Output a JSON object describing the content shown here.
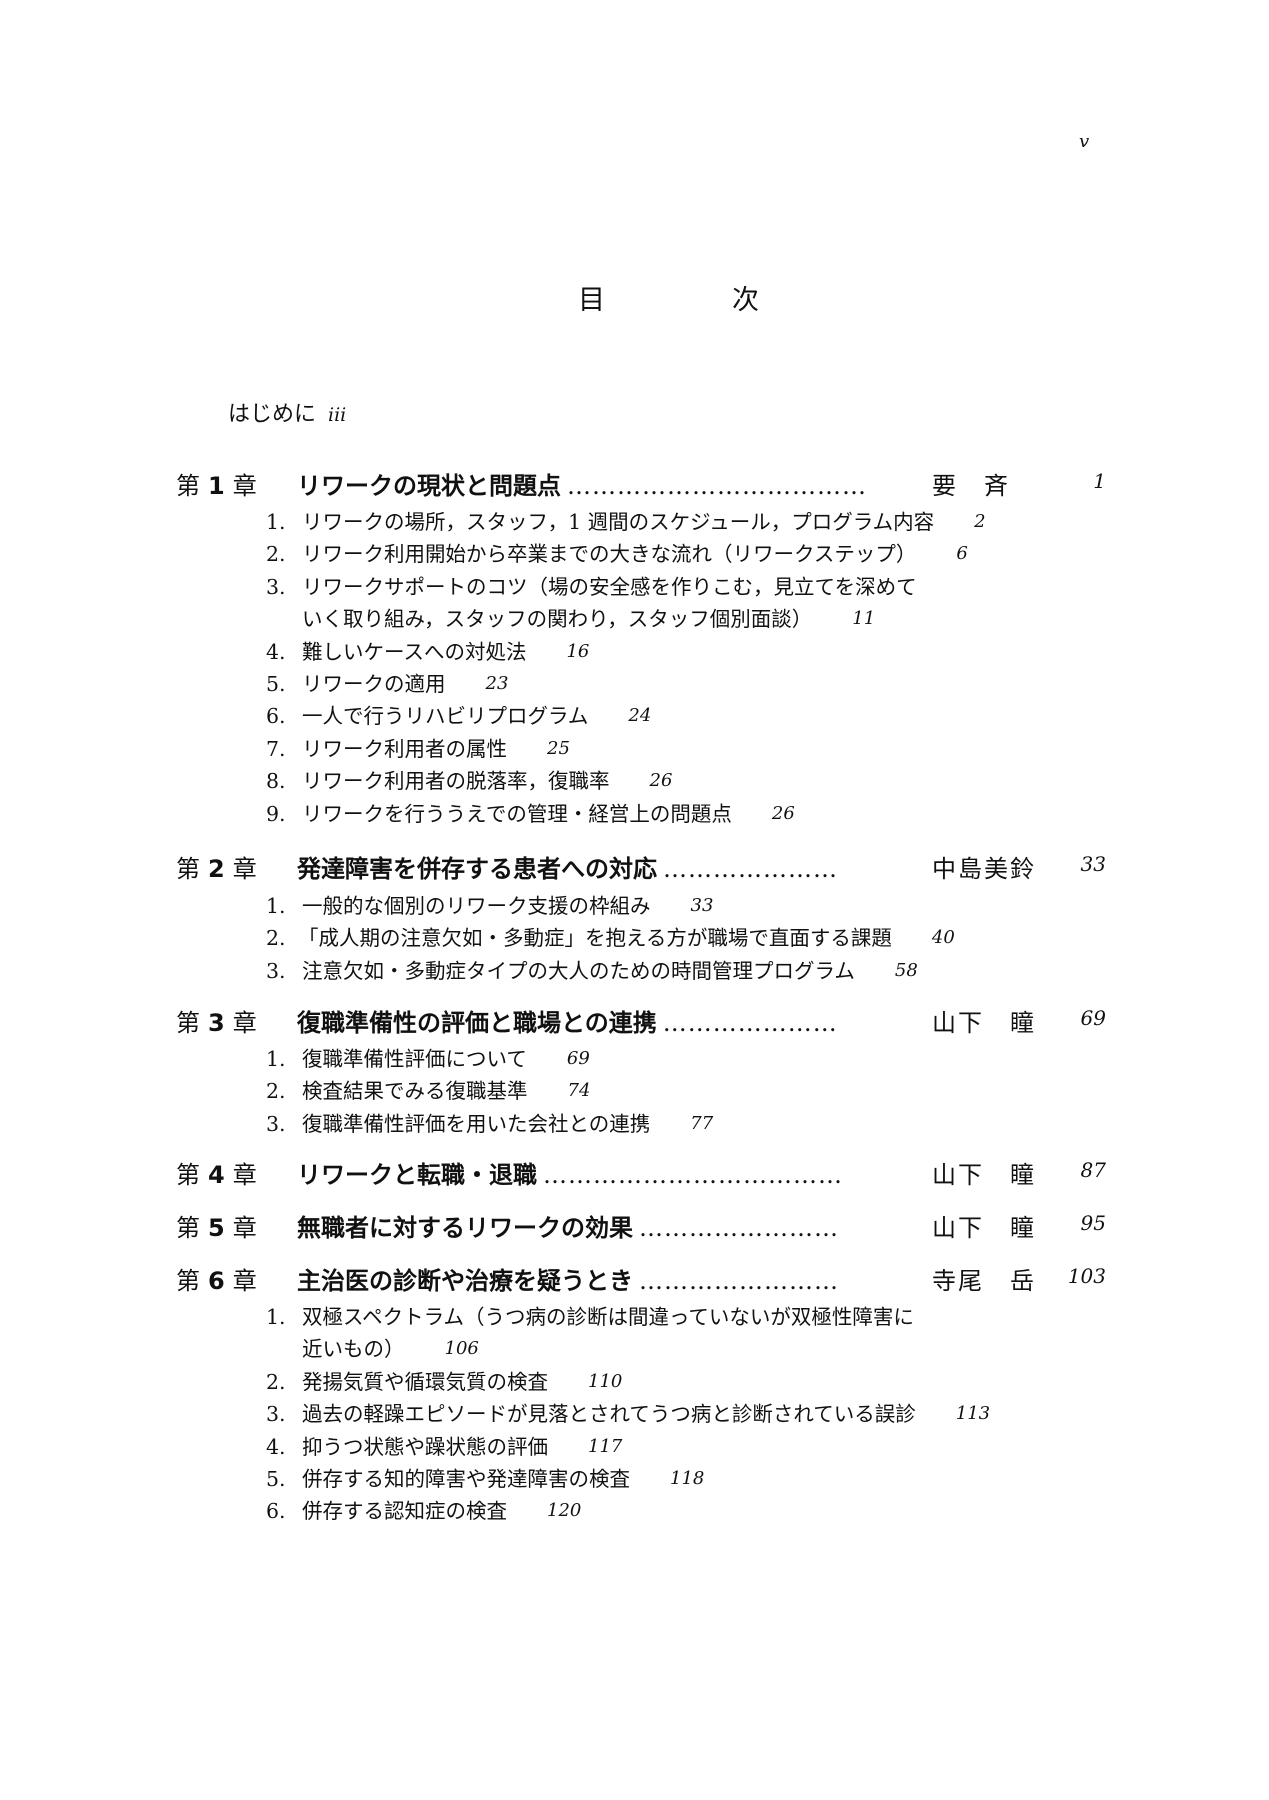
{
  "page_number": "v",
  "title": "目　次",
  "preface": {
    "label": "はじめに",
    "page": "iii"
  },
  "chapters": [
    {
      "label_pre": "第",
      "num": "1",
      "label_post": "章",
      "title": "リワークの現状と問題点",
      "dots": "………………………………",
      "author": "要　斉",
      "page": "1",
      "sections": [
        {
          "n": "1.",
          "t": "リワークの場所，スタッフ，1 週間のスケジュール，プログラム内容",
          "p": "2"
        },
        {
          "n": "2.",
          "t": "リワーク利用開始から卒業までの大きな流れ（リワークステップ）",
          "p": "6"
        },
        {
          "n": "3.",
          "t": "リワークサポートのコツ（場の安全感を作りこむ，見立てを深めて",
          "t2": "いく取り組み，スタッフの関わり，スタッフ個別面談）",
          "p": "11"
        },
        {
          "n": "4.",
          "t": "難しいケースへの対処法",
          "p": "16"
        },
        {
          "n": "5.",
          "t": "リワークの適用",
          "p": "23"
        },
        {
          "n": "6.",
          "t": "一人で行うリハビリプログラム",
          "p": "24"
        },
        {
          "n": "7.",
          "t": "リワーク利用者の属性",
          "p": "25"
        },
        {
          "n": "8.",
          "t": "リワーク利用者の脱落率，復職率",
          "p": "26"
        },
        {
          "n": "9.",
          "t": "リワークを行ううえでの管理・経営上の問題点",
          "p": "26"
        }
      ]
    },
    {
      "label_pre": "第",
      "num": "2",
      "label_post": "章",
      "title": "発達障害を併存する患者への対応",
      "dots": "…………………",
      "author": "中島美鈴",
      "page": "33",
      "sections": [
        {
          "n": "1.",
          "t": "一般的な個別のリワーク支援の枠組み",
          "p": "33"
        },
        {
          "n": "2.",
          "t": "「成人期の注意欠如・多動症」を抱える方が職場で直面する課題",
          "p": "40"
        },
        {
          "n": "3.",
          "t": "注意欠如・多動症タイプの大人のための時間管理プログラム",
          "p": "58"
        }
      ]
    },
    {
      "label_pre": "第",
      "num": "3",
      "label_post": "章",
      "title": "復職準備性の評価と職場との連携",
      "dots": "…………………",
      "author": "山下　瞳",
      "page": "69",
      "sections": [
        {
          "n": "1.",
          "t": "復職準備性評価について",
          "p": "69"
        },
        {
          "n": "2.",
          "t": "検査結果でみる復職基準",
          "p": "74"
        },
        {
          "n": "3.",
          "t": "復職準備性評価を用いた会社との連携",
          "p": "77"
        }
      ]
    },
    {
      "label_pre": "第",
      "num": "4",
      "label_post": "章",
      "title": "リワークと転職・退職",
      "dots": "………………………………",
      "author": "山下　瞳",
      "page": "87",
      "sections": []
    },
    {
      "label_pre": "第",
      "num": "5",
      "label_post": "章",
      "title": "無職者に対するリワークの効果",
      "dots": "……………………",
      "author": "山下　瞳",
      "page": "95",
      "sections": []
    },
    {
      "label_pre": "第",
      "num": "6",
      "label_post": "章",
      "title": "主治医の診断や治療を疑うとき",
      "dots": "……………………",
      "author": "寺尾　岳",
      "page": "103",
      "sections": [
        {
          "n": "1.",
          "t": "双極スペクトラム（うつ病の診断は間違っていないが双極性障害に",
          "t2": "近いもの）",
          "p": "106"
        },
        {
          "n": "2.",
          "t": "発揚気質や循環気質の検査",
          "p": "110"
        },
        {
          "n": "3.",
          "t": "過去の軽躁エピソードが見落とされてうつ病と診断されている誤診",
          "p": "113"
        },
        {
          "n": "4.",
          "t": "抑うつ状態や躁状態の評価",
          "p": "117"
        },
        {
          "n": "5.",
          "t": "併存する知的障害や発達障害の検査",
          "p": "118"
        },
        {
          "n": "6.",
          "t": "併存する認知症の検査",
          "p": "120"
        }
      ]
    }
  ]
}
